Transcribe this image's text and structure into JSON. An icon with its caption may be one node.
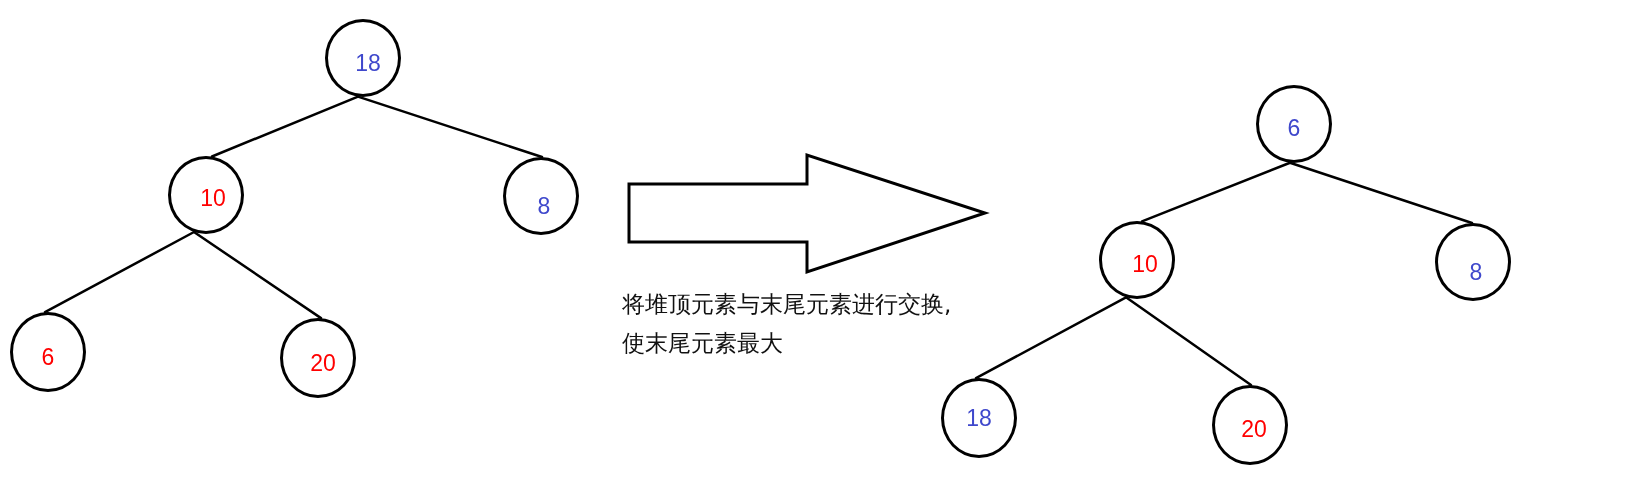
{
  "diagram": {
    "nodes": [
      {
        "text": [
          "18"
        ]
      },
      {
        "text": [
          "10"
        ]
      },
      {
        "text": [
          "8"
        ]
      },
      {
        "text": [
          "6"
        ]
      },
      {
        "text": [
          "20"
        ]
      },
      {
        "text": [
          "6"
        ]
      },
      {
        "text": [
          "10"
        ]
      },
      {
        "text": [
          "8"
        ]
      },
      {
        "text": [
          "18"
        ]
      },
      {
        "text": [
          "20"
        ]
      }
    ],
    "edges": [
      {
        "from": 0,
        "to": 1,
        "arrow": "none"
      },
      {
        "from": 0,
        "to": 2,
        "arrow": "none"
      },
      {
        "from": 1,
        "to": 3,
        "arrow": "none"
      },
      {
        "from": 1,
        "to": 4,
        "arrow": "none"
      },
      {
        "from": 5,
        "to": 6,
        "arrow": "none"
      },
      {
        "from": 5,
        "to": 7,
        "arrow": "none"
      },
      {
        "from": 6,
        "to": 8,
        "arrow": "none"
      },
      {
        "from": 6,
        "to": 9,
        "arrow": "none"
      }
    ],
    "labels": [
      "将堆顶元素与末尾元素进行交换,使末尾元素最大"
    ]
  }
}
